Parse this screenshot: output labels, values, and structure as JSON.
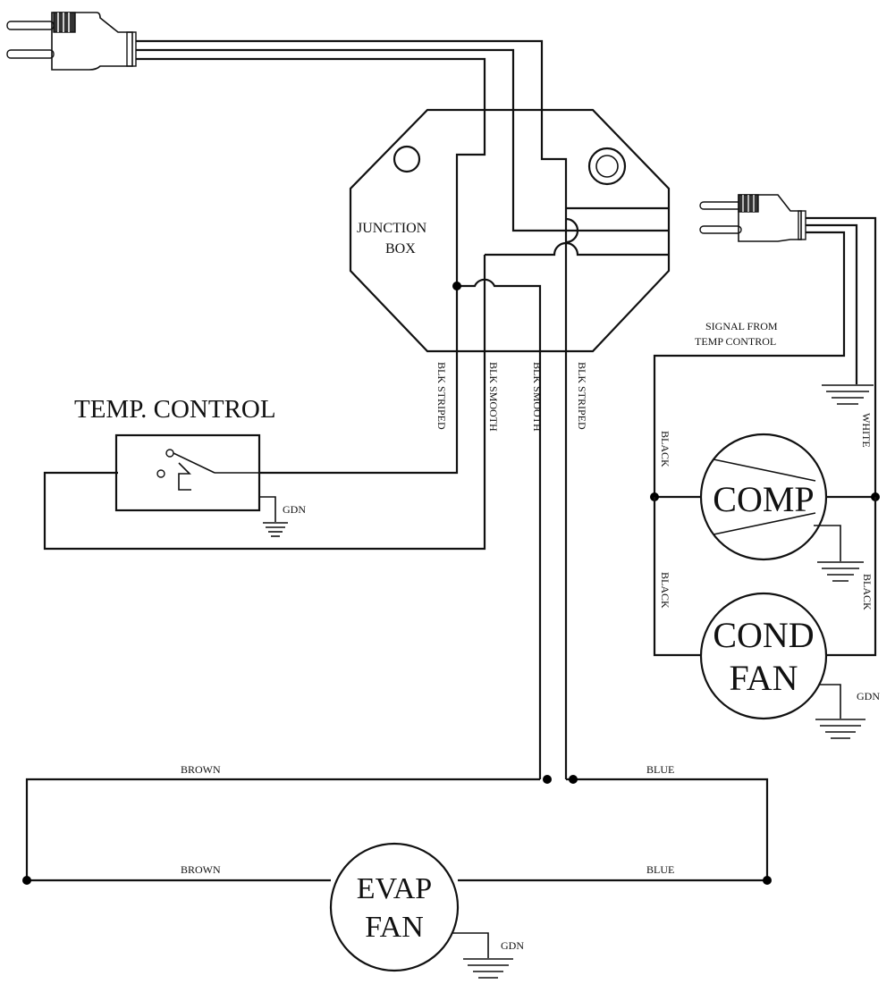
{
  "diagram": {
    "junction_box": {
      "line1": "JUNCTION",
      "line2": "BOX"
    },
    "temp_control": {
      "title": "TEMP. CONTROL",
      "gnd": "GDN"
    },
    "wires": {
      "blk_striped_left": "BLK STRIPED",
      "blk_smooth_left": "BLK SMOOTH",
      "blk_smooth_right": "BLK SMOOTH",
      "blk_striped_right": "BLK STRIPED",
      "brown_top": "BROWN",
      "blue_top": "BLUE",
      "brown_bottom": "BROWN",
      "blue_bottom": "BLUE",
      "black_upper": "BLACK",
      "black_lower": "BLACK",
      "black_right": "BLACK",
      "white": "WHITE"
    },
    "signal": {
      "line1": "SIGNAL FROM",
      "line2": "TEMP CONTROL"
    },
    "comp": {
      "label": "COMP"
    },
    "cond_fan": {
      "line1": "COND",
      "line2": "FAN",
      "gnd": "GDN"
    },
    "evap_fan": {
      "line1": "EVAP",
      "line2": "FAN",
      "gnd": "GDN"
    }
  }
}
